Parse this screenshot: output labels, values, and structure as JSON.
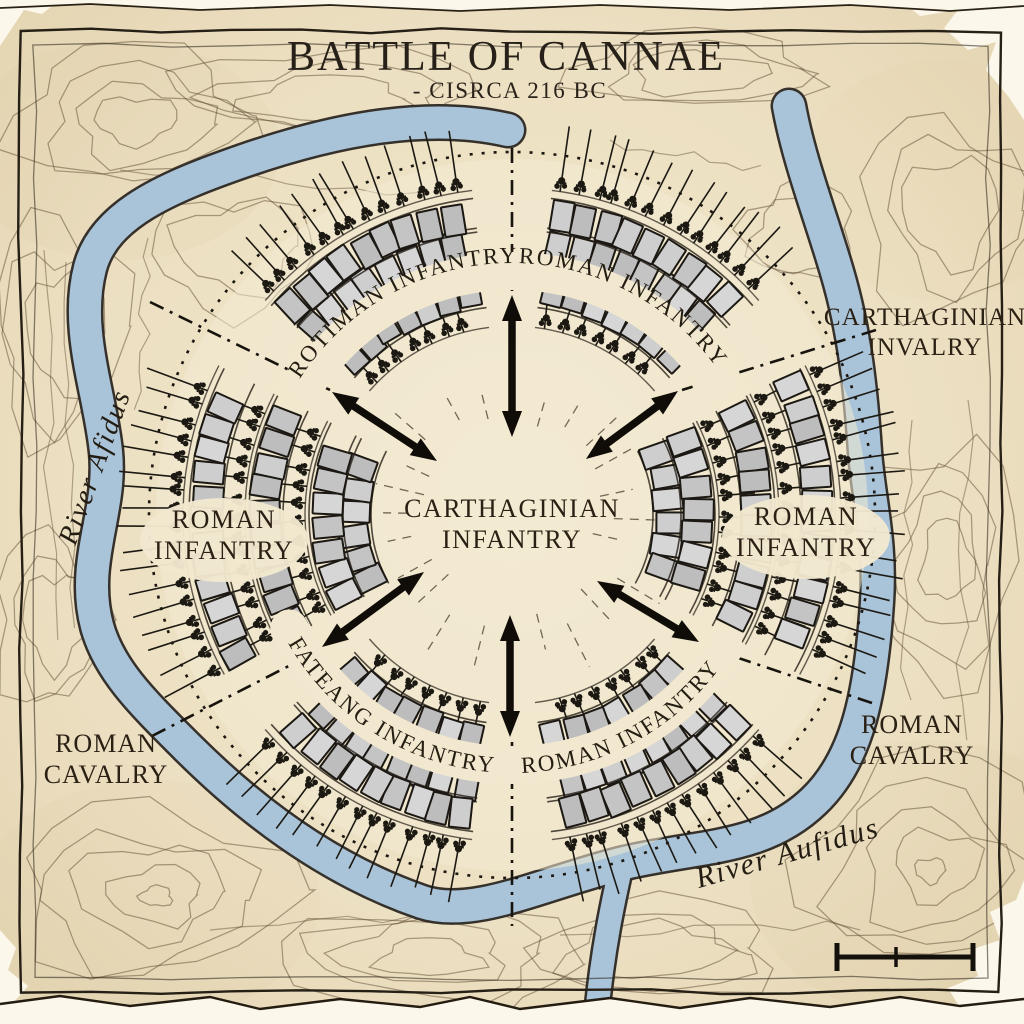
{
  "title": {
    "heading": "BATTLE OF CANNAE",
    "subtitle": "- CISRCA 216 BC"
  },
  "labels": {
    "center_line1": "CARTHAGINIAN",
    "center_line2": "INFANTRY",
    "west_line1": "ROMAN",
    "west_line2": "INFANTRY",
    "east_line1": "ROMAN",
    "east_line2": "INFANTRY",
    "arc_top_left": "ROTIMAN INFANTRY",
    "arc_top_right": "ROMAN INFANTRY",
    "arc_bottom_left": "FATEANG INFANTRY",
    "arc_bottom_right": "ROMAN INFANTRY",
    "right_cavalry_line1": "CARTHAGINIAN",
    "right_cavalry_line2": "INVALRY",
    "bottom_left_cavalry_line1": "ROMAN",
    "bottom_left_cavalry_line2": "CAVALRY",
    "bottom_right_cavalry_line1": "ROMAN",
    "bottom_right_cavalry_line2": "CAVALRY",
    "river_west": "River Afidus",
    "river_south": "River Aufidus"
  },
  "colors": {
    "parchment": "#ecdfc1",
    "parchment_light": "#f3ebd3",
    "ink": "#1a1510",
    "river": "#a9c3d8",
    "river_outline": "#35302a",
    "block_fill": "#c8c8c8",
    "block_stroke": "#1c1813",
    "figure": "#1c1913",
    "contour": "#5f4c33",
    "torn_paper": "#fbf7ea",
    "label_ink": "#2a2014"
  }
}
